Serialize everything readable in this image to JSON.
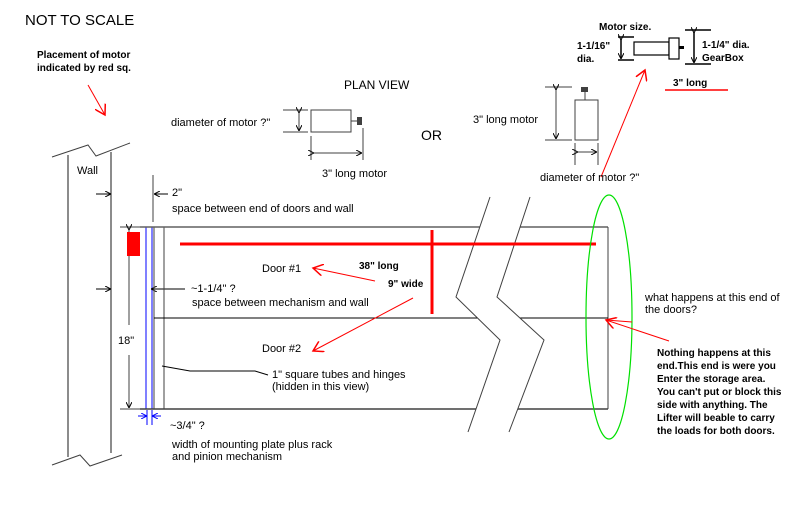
{
  "header": {
    "not_to_scale": "NOT TO SCALE",
    "plan_view": "PLAN VIEW",
    "motor_placement_note": "Placement of motor\nindicated by red sq."
  },
  "motor_option_a": {
    "diameter_label": "diameter of motor ?\"",
    "length_label": "3\" long motor"
  },
  "or_label": "OR",
  "motor_option_b": {
    "length_label": "3\" long motor",
    "diameter_label": "diameter of motor ?\""
  },
  "motor_size": {
    "title": "Motor size.",
    "motor_diameter": "1-1/16\"\ndia.",
    "gearbox_diameter": "1-1/4\" dia.\nGearBox",
    "length": "3\" long"
  },
  "plan": {
    "wall_label": "Wall",
    "gap_end_value": "2\"",
    "gap_end_desc": "space between end of doors and wall",
    "gap_mechanism_value": "~1-1/4\" ?",
    "gap_mechanism_desc": "space between mechanism and wall",
    "height_dim": "18\"",
    "door1_label": "Door #1",
    "door2_label": "Door #2",
    "door_length": "38\" long",
    "door_width": "9\" wide",
    "tubes_note": "1\" square tubes and hinges\n(hidden in this view)",
    "plate_width_value": "~3/4\" ?",
    "plate_width_desc": "width of mounting plate plus rack\nand pinion mechanism",
    "question_far_end": "what happens at this end of\nthe doors?",
    "answer_far_end": "Nothing happens at this\nend.This end is were you\nEnter the storage area.\nYou can't put or block this\nside with anything. The\nLifter will beable to carry\nthe loads for both doors."
  },
  "colors": {
    "red": "#ff0000",
    "blue": "#0000ff",
    "mechanism_fill": "#8080ff",
    "green": "#00e000",
    "line": "#404040"
  }
}
